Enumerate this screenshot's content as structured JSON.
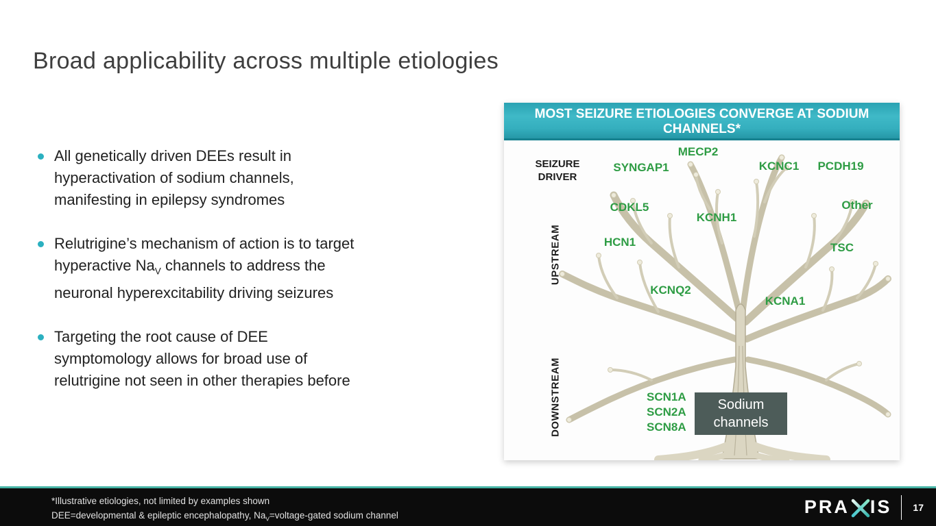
{
  "slide": {
    "title": "Broad applicability across multiple etiologies",
    "bullets": [
      {
        "lines": [
          "All genetically driven DEEs result in",
          "hyperactivation of sodium channels,",
          "manifesting in epilepsy syndromes"
        ]
      },
      {
        "line1": "Relutrigine’s mechanism of action is to target",
        "line2_pre": "hyperactive Na",
        "line2_sub": "V",
        "line2_post": " channels to address the",
        "line3": "neuronal hyperexcitability driving seizures"
      },
      {
        "lines": [
          "Targeting the root cause of DEE",
          "symptomology allows for broad use of",
          "relutrigine not seen in other therapies before"
        ]
      }
    ]
  },
  "panel": {
    "header_line1": "MOST SEIZURE ETIOLOGIES CONVERGE AT SODIUM",
    "header_line2": "CHANNELS*",
    "rail": {
      "seizure_driver": "SEIZURE DRIVER",
      "upstream": "UPSTREAM",
      "downstream": "DOWNSTREAM"
    },
    "genes": {
      "mecp2": "MECP2",
      "syngap1": "SYNGAP1",
      "kcnc1": "KCNC1",
      "pcdh19": "PCDH19",
      "cdkl5": "CDKL5",
      "kcnh1": "KCNH1",
      "other": "Other",
      "hcn1": "HCN1",
      "tsc": "TSC",
      "kcnq2": "KCNQ2",
      "kcna1": "KCNA1",
      "scn1a": "SCN1A",
      "scn2a": "SCN2A",
      "scn8a": "SCN8A"
    },
    "sodium_box": "Sodium channels"
  },
  "footer": {
    "footnote1": "*Illustrative etiologies, not limited by examples shown",
    "footnote2_pre": "DEE=developmental & epileptic encephalopathy, Na",
    "footnote2_sub": "V",
    "footnote2_post": "=voltage-gated sodium channel",
    "logo_pre": "PRA",
    "logo_post": "IS",
    "page_number": "17"
  },
  "colors": {
    "accent_teal": "#2bb0c0",
    "header_teal": "#35afbe",
    "gene_green": "#2e9c44",
    "sodium_box_bg": "#4d5c59",
    "footer_rule_teal": "#46b3a5",
    "footer_bg": "#0c0c0c"
  }
}
